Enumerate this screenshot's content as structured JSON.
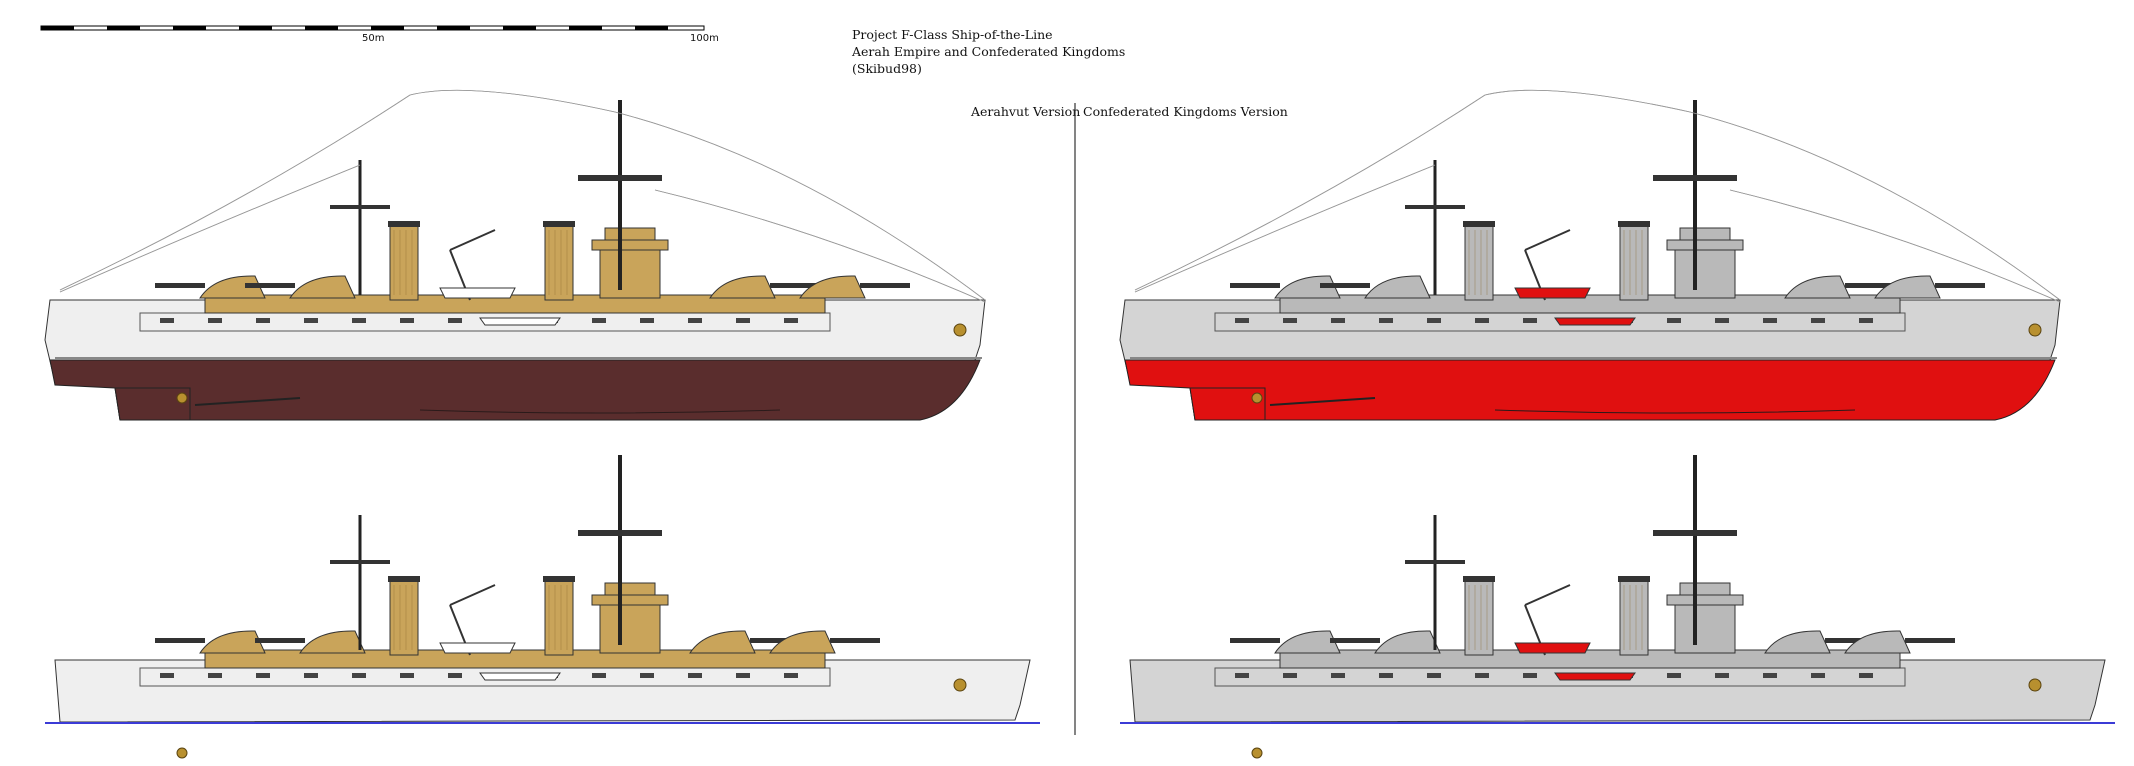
{
  "scale_bar": {
    "label_mid": "50m",
    "label_end": "100m"
  },
  "header": {
    "title": "Project F-Class Ship-of-the-Line",
    "subtitle": "Aerah Empire and Confederated Kingdoms",
    "author": "(Skibud98)"
  },
  "sections": {
    "left_label": "Aerahvut Version",
    "right_label": "Confederated Kingdoms Version"
  },
  "colors": {
    "aerahvut_superstructure": "#c9a45a",
    "aerahvut_hull_upper": "#efefef",
    "aerahvut_hull_lower": "#5a2d2d",
    "confederated_superstructure": "#b9b9b9",
    "confederated_hull_upper": "#d4d4d4",
    "confederated_hull_lower": "#e01010",
    "waterline": "#3b3bd6",
    "rigging": "#9a9a9a"
  }
}
